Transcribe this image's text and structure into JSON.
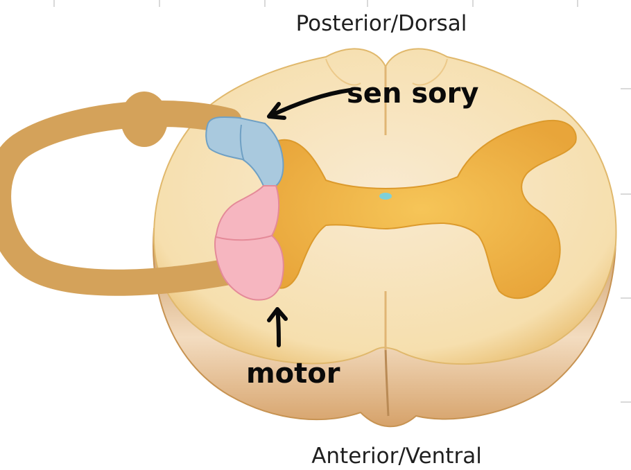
{
  "orientation": {
    "top": "Posterior/Dorsal",
    "bottom": "Anterior/Ventral"
  },
  "annotations": {
    "sensory": "sen sory",
    "motor": "motor"
  },
  "colors": {
    "white_matter": "#f7e2b4",
    "white_matter_edge": "#e6c27e",
    "grey_matter": "#f1b84a",
    "grey_matter_edge": "#d99526",
    "nerve": "#d4a25a",
    "dorsal_root": "#a9c9de",
    "ventral_root": "#f6b6c0",
    "central_canal": "#7fd0d8"
  }
}
